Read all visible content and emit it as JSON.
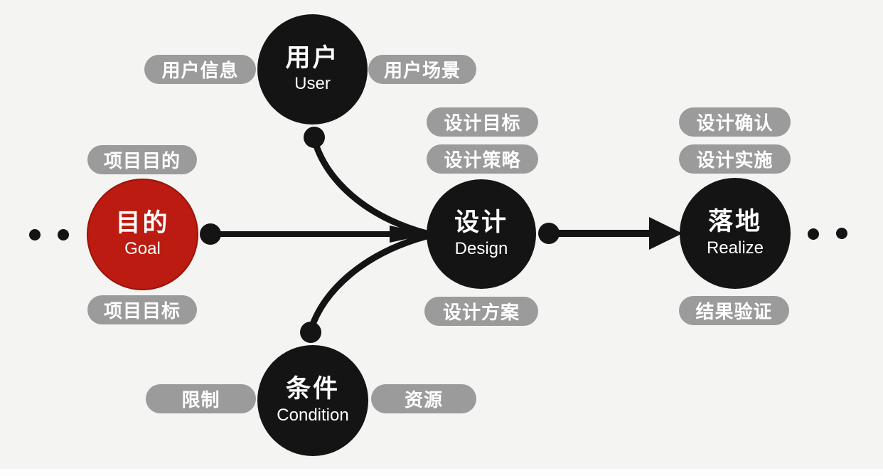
{
  "colors": {
    "background": "#f4f5f3",
    "node_black": "#141414",
    "node_red": "#bb1b10",
    "pill_gray": "#9b9b9b",
    "text_white": "#ffffff"
  },
  "nodes": {
    "goal": {
      "zh": "目的",
      "en": "Goal"
    },
    "user": {
      "zh": "用户",
      "en": "User"
    },
    "design": {
      "zh": "设计",
      "en": "Design"
    },
    "realize": {
      "zh": "落地",
      "en": "Realize"
    },
    "condition": {
      "zh": "条件",
      "en": "Condition"
    }
  },
  "pills": {
    "project_purpose": "项目目的",
    "project_target": "项目目标",
    "user_info": "用户信息",
    "user_scene": "用户场景",
    "design_goal": "设计目标",
    "design_strategy": "设计策略",
    "design_plan": "设计方案",
    "design_confirm": "设计确认",
    "design_implement": "设计实施",
    "result_verify": "结果验证",
    "limit": "限制",
    "resource": "资源"
  }
}
